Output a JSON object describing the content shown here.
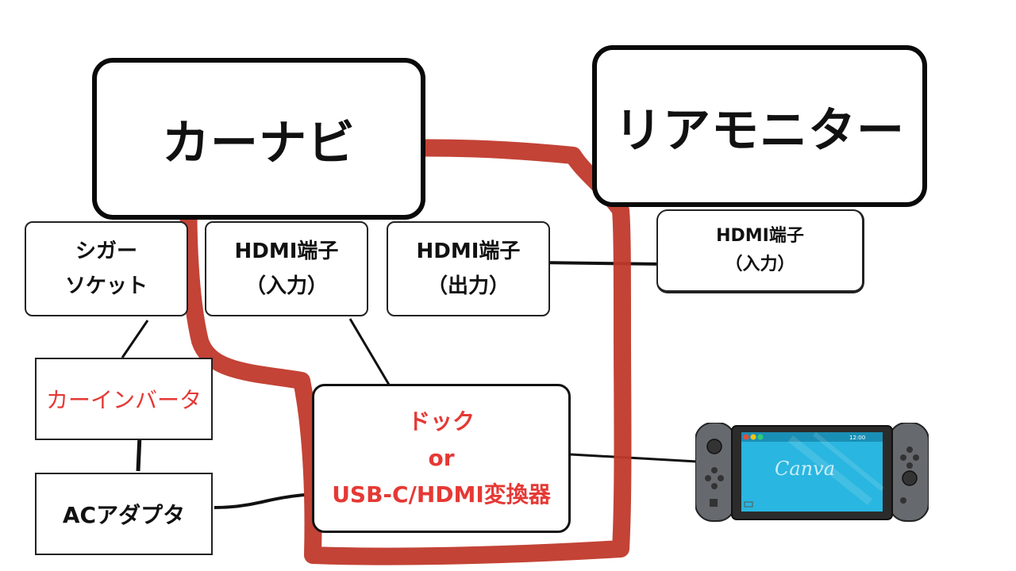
{
  "nodes": {
    "car_navi": "カーナビ",
    "rear_monitor": "リアモニター",
    "cigar_socket": [
      "シガー",
      "ソケット"
    ],
    "hdmi_in": [
      "HDMI端子",
      "（入力）"
    ],
    "hdmi_out": [
      "HDMI端子",
      "（出力）"
    ],
    "monitor_hdmi_in": [
      "HDMI端子",
      "（入力）"
    ],
    "car_inverter": "カーインバータ",
    "ac_adapter": "ACアダプタ",
    "dock": [
      "ドック",
      "or",
      "USB-C/HDMI変換器"
    ]
  },
  "device": {
    "screen_text": "Canva",
    "status_time": "12:00"
  },
  "colors": {
    "highlight": "#c0392b",
    "accent_text": "#e53935",
    "screen": "#29b6e0",
    "joycon": "#666a6e"
  }
}
